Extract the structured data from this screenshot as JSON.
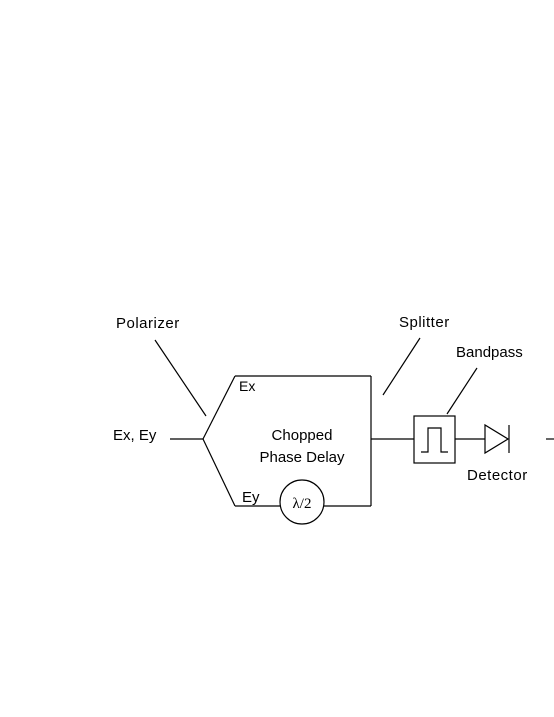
{
  "labels": {
    "polarizer": "Polarizer",
    "splitter": "Splitter",
    "bandpass": "Bandpass",
    "input": "Ex, Ey",
    "ex": "Ex",
    "ey": "Ey",
    "chopped": "Chopped",
    "phase_delay": "Phase Delay",
    "half_wave": "λ/2",
    "detector": "Detector"
  }
}
